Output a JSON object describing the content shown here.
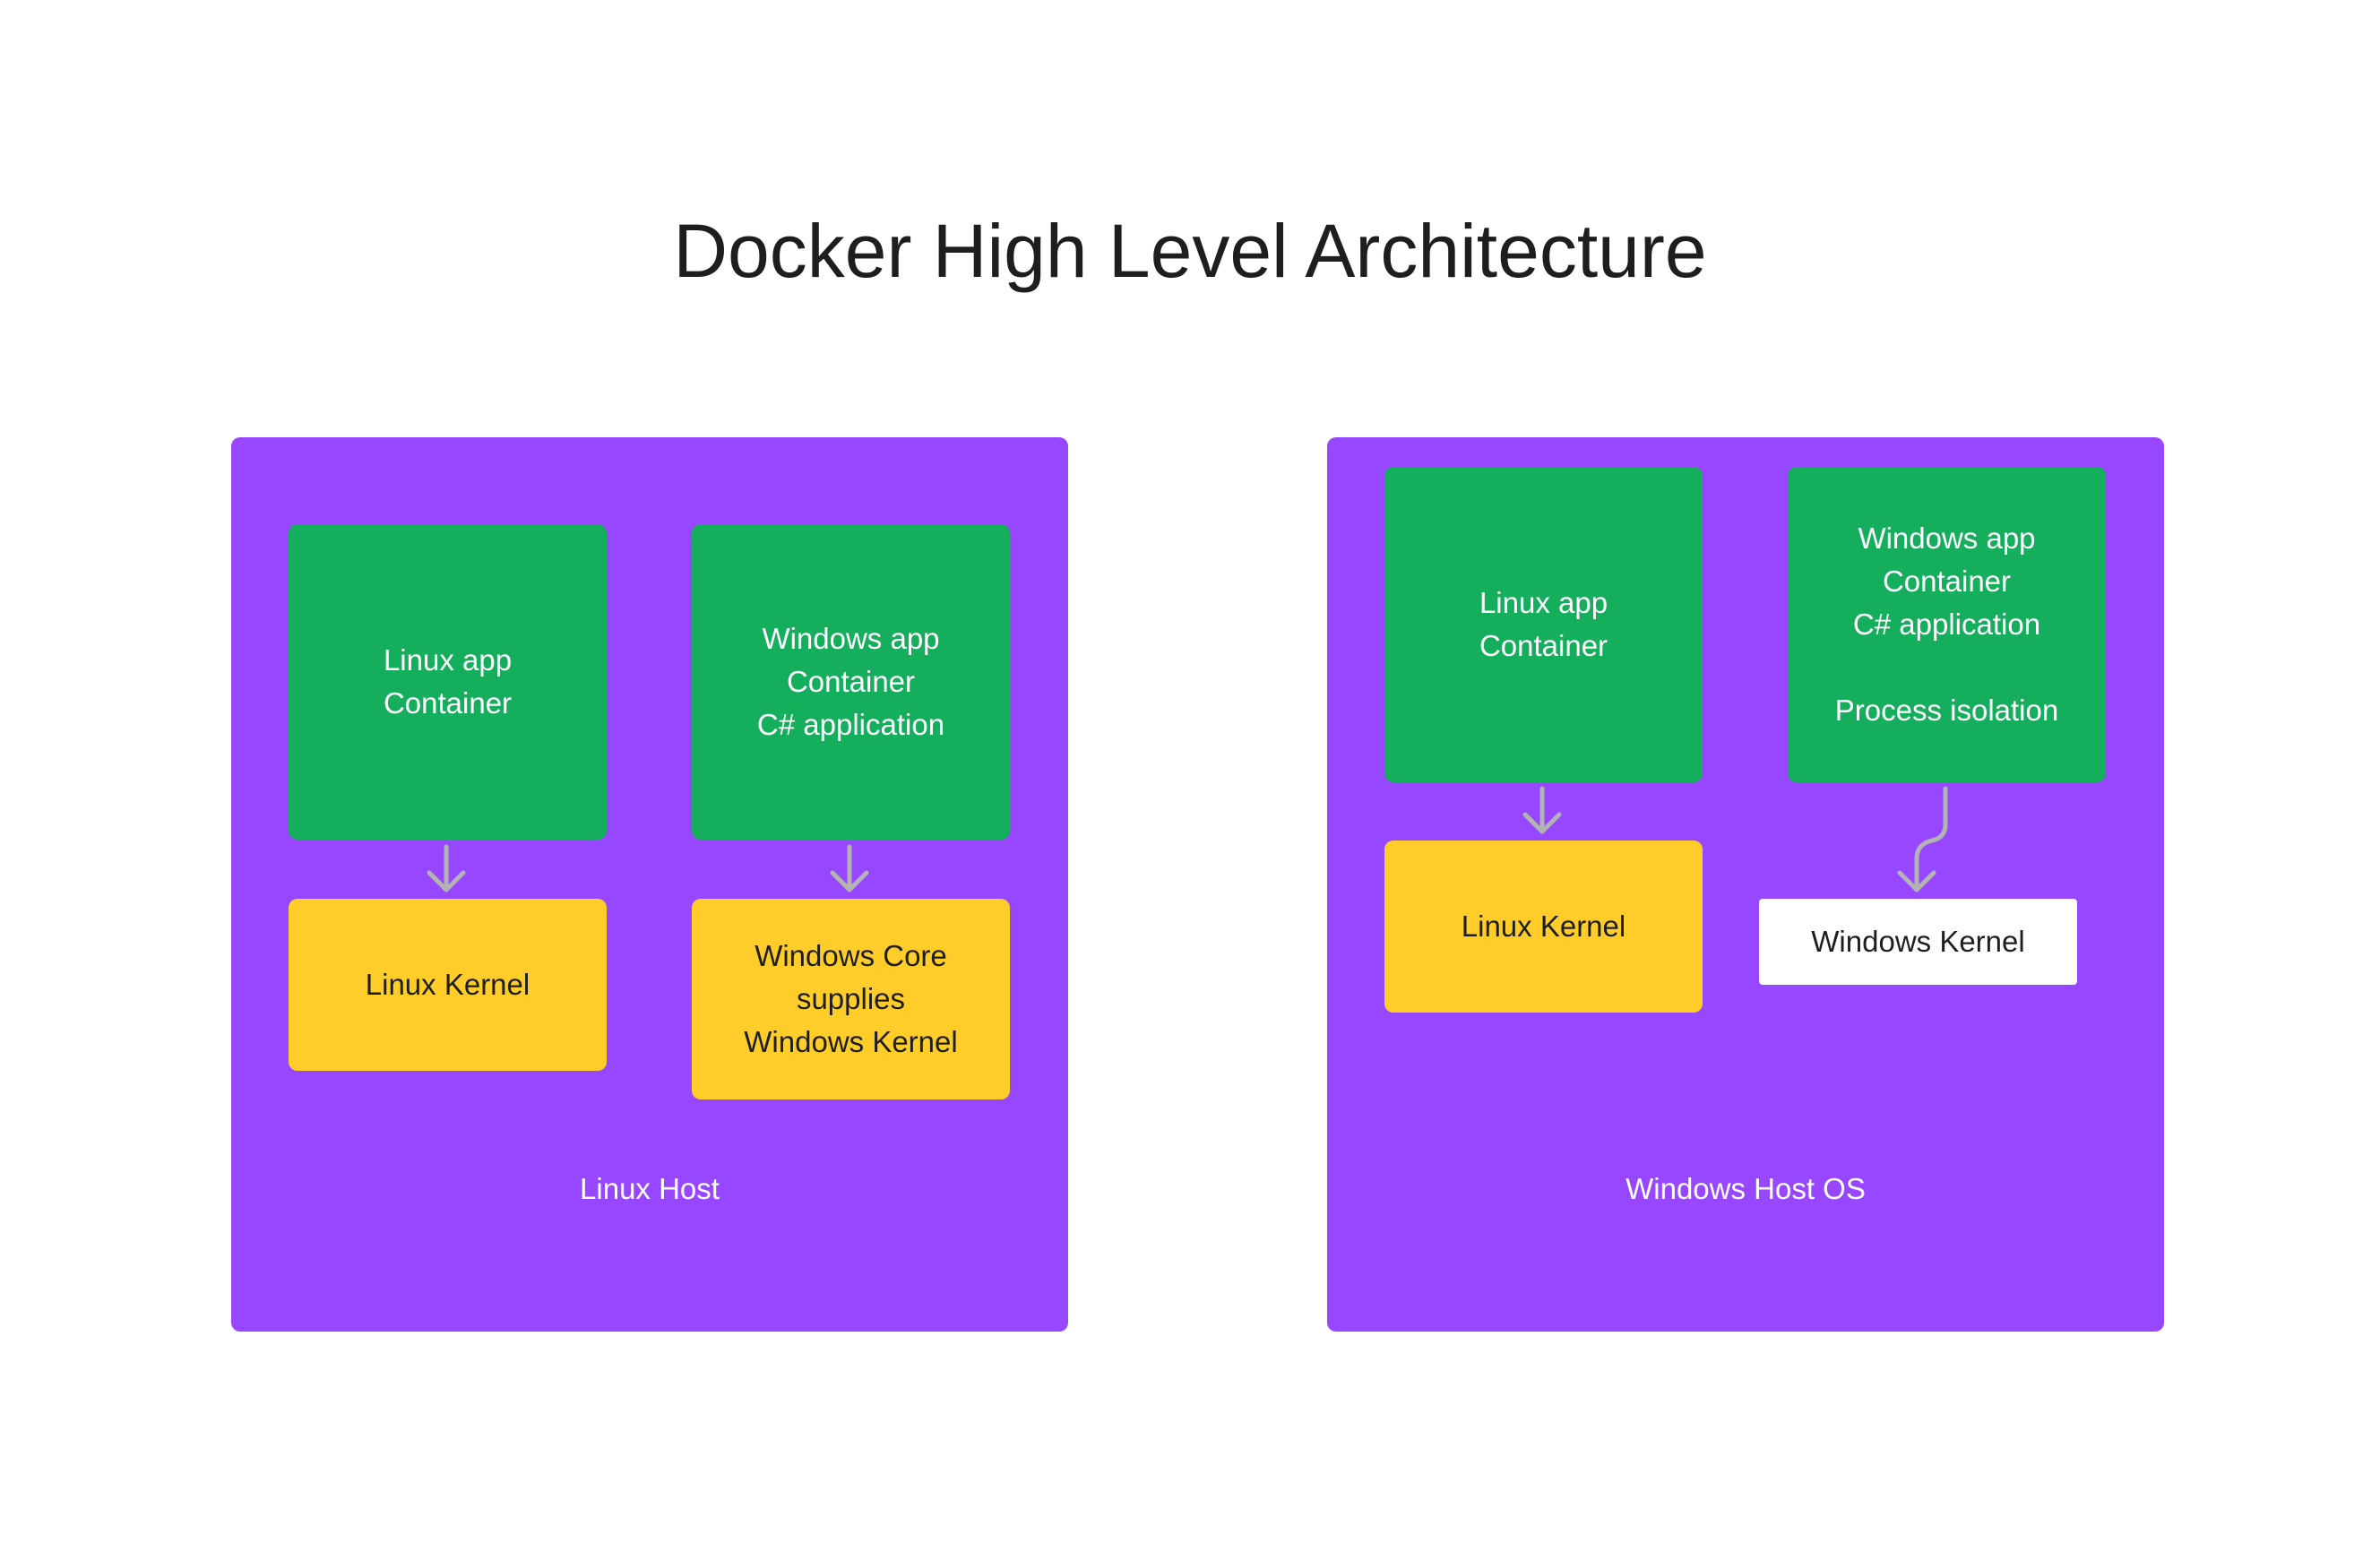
{
  "title": "Docker High Level Architecture",
  "colors": {
    "host": "#9747ff",
    "container": "#14ae5c",
    "kernel": "#ffcd29",
    "kernel_alt": "#ffffff",
    "arrow": "#b3b3b3",
    "title": "#1e1e1e"
  },
  "linux_host": {
    "label": "Linux Host",
    "linux_container": "Linux app\nContainer",
    "linux_kernel": "Linux Kernel",
    "windows_container": "Windows app\nContainer\nC# application",
    "windows_kernel": "Windows Core\nsupplies\nWindows Kernel"
  },
  "windows_host": {
    "label": "Windows Host OS",
    "linux_container": "Linux app\nContainer",
    "linux_kernel": "Linux Kernel",
    "windows_container": "Windows app\nContainer\nC# application\n\nProcess isolation",
    "windows_kernel": "Windows Kernel"
  }
}
